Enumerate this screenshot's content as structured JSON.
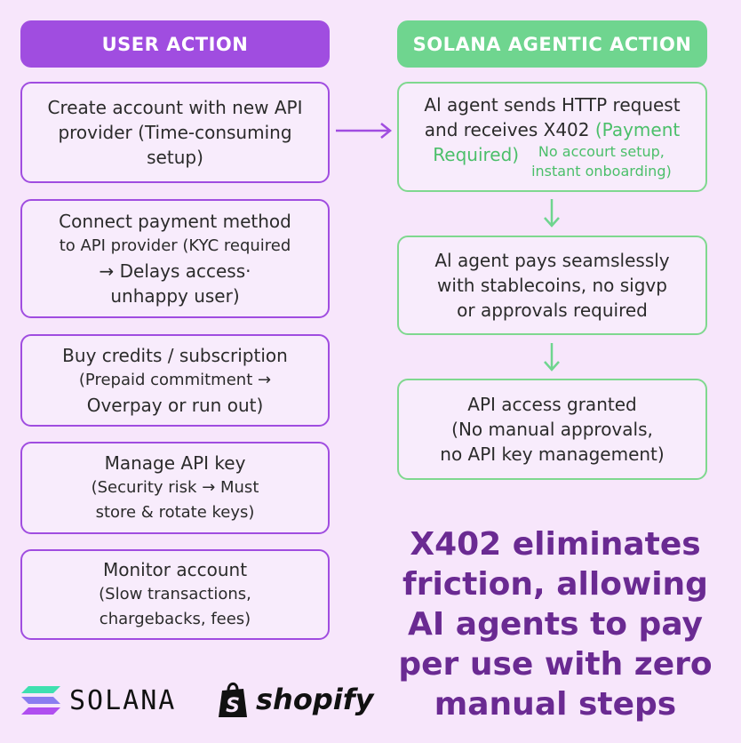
{
  "headers": {
    "user_action": "USER ACTION",
    "solana_action": "SOLANA AGENTIC ACTION"
  },
  "user_steps": [
    {
      "lines": [
        "Create account with new API",
        "provider (Time-consuming",
        "setup)"
      ]
    },
    {
      "lines": [
        "Connect payment method",
        "to API provider (KYC required",
        "→ Delays access·",
        "unhappy user)"
      ]
    },
    {
      "lines": [
        "Buy credits / subscription",
        "(Prepaid commitment →",
        "Overpay or run out)"
      ]
    },
    {
      "lines": [
        "Manage API key",
        "(Security risk → Must",
        "store & rotate keys)"
      ]
    },
    {
      "lines": [
        "Monitor account",
        "(Slow transactions,",
        "chargebacks, fees)"
      ]
    }
  ],
  "solana_steps": [
    {
      "lines": [
        "Al agent sends HTTP request",
        "and receives X402"
      ],
      "highlight_inline": "(Payment",
      "highlight_line": "Required)",
      "note_lines": [
        "No accourt setup,",
        "instant onboarding)"
      ]
    },
    {
      "lines": [
        "Al agent pays seamslessly",
        "with stablecoins, no sigvp",
        "or approvals required"
      ]
    },
    {
      "lines": [
        "API access granted",
        "(No manual approvals,",
        "no API key management)"
      ]
    }
  ],
  "tagline": "X402 eliminates friction, allowing AI agents to pay per use with zero manual steps",
  "logos": {
    "solana": "SOLANA",
    "shopify": "shopify"
  },
  "colors": {
    "purple": "#a04de0",
    "green": "#6fd58f",
    "tagline": "#6a2a92",
    "background": "#f7e6fb"
  }
}
